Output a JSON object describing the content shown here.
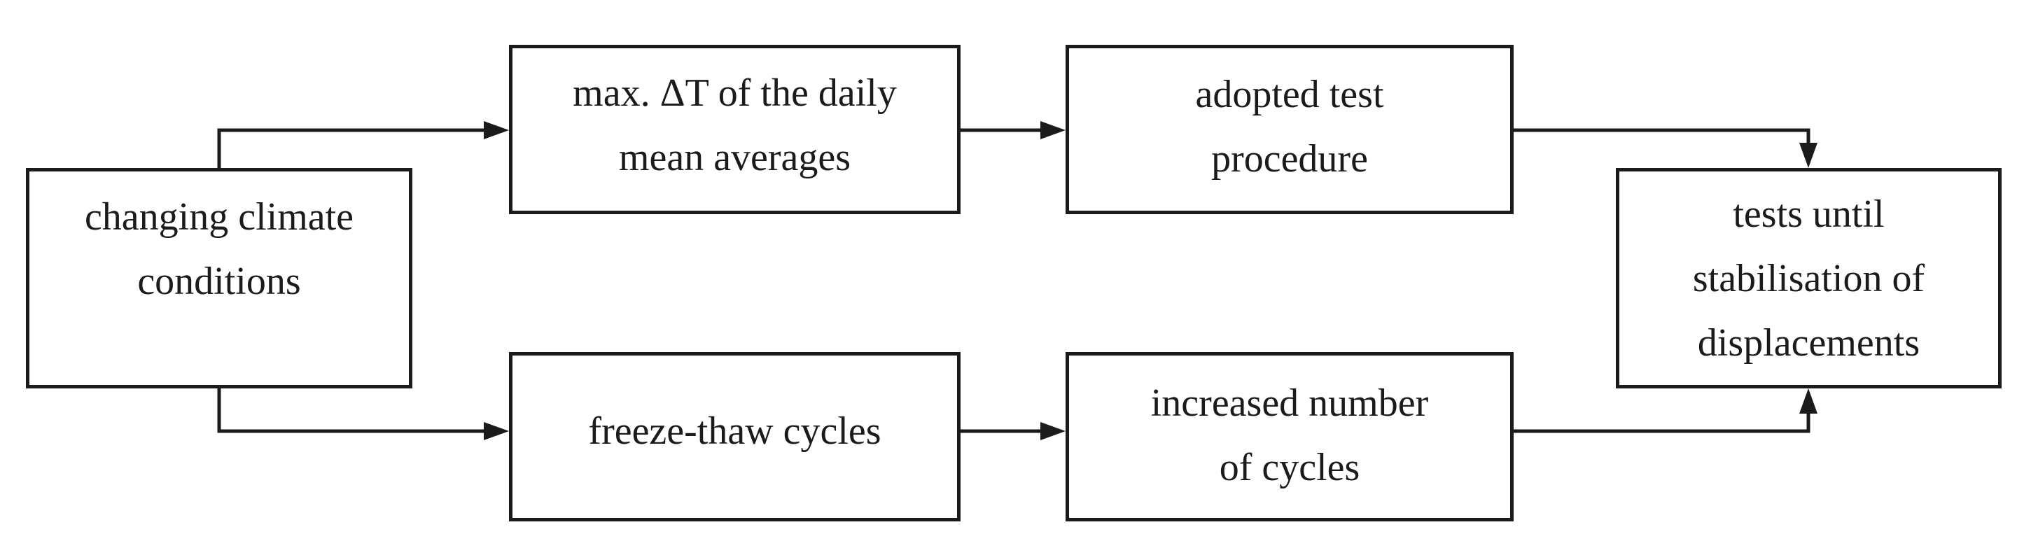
{
  "diagram": {
    "background_color": "#ffffff",
    "line_color": "#1b1b1b",
    "text_color": "#1b1b1b",
    "nodes": {
      "climate": {
        "lines": [
          "changing climate",
          "conditions"
        ]
      },
      "deltat": {
        "lines": [
          "max. ΔT of the daily",
          "mean averages"
        ]
      },
      "adopted": {
        "lines": [
          "adopted test",
          "procedure"
        ]
      },
      "freeze": {
        "lines": [
          "freeze-thaw cycles"
        ]
      },
      "increased": {
        "lines": [
          "increased number",
          "of cycles"
        ]
      },
      "tests": {
        "lines": [
          "tests until",
          "stabilisation of",
          "displacements"
        ]
      }
    },
    "edges": [
      {
        "from": "climate",
        "to": "deltat"
      },
      {
        "from": "climate",
        "to": "freeze"
      },
      {
        "from": "deltat",
        "to": "adopted"
      },
      {
        "from": "freeze",
        "to": "increased"
      },
      {
        "from": "adopted",
        "to": "tests"
      },
      {
        "from": "increased",
        "to": "tests"
      }
    ]
  }
}
